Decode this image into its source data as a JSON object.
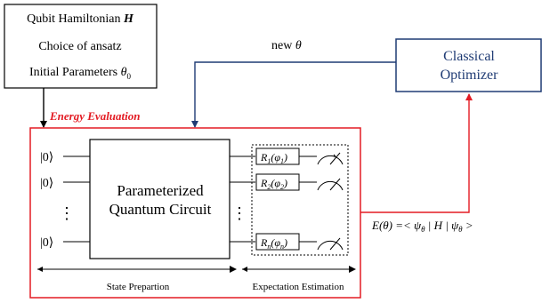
{
  "input_box": {
    "line1_text": "Qubit Hamiltonian ",
    "line1_symbol": "H",
    "line2": "Choice of ansatz",
    "line3_text": "Initial Parameters ",
    "line3_symbol": "θ",
    "line3_subscript": "0"
  },
  "optimizer": {
    "line1": "Classical",
    "line2": "Optimizer"
  },
  "feedback_label": {
    "text": "new ",
    "symbol": "θ"
  },
  "energy_evaluation": {
    "title": "Energy Evaluation"
  },
  "circuit": {
    "qubit_labels": [
      "|0⟩",
      "|0⟩",
      "|0⟩"
    ],
    "vertical_dots": "⋮",
    "block_line1": "Parameterized",
    "block_line2": "Quantum Circuit",
    "rotations": [
      {
        "label": "R",
        "sub": "1",
        "arg_open": "(φ",
        "arg_sub": "1",
        "arg_close": ")"
      },
      {
        "label": "R",
        "sub": "2",
        "arg_open": "(φ",
        "arg_sub": "2",
        "arg_close": ")"
      },
      {
        "label": "R",
        "sub": "n",
        "arg_open": "(φ",
        "arg_sub": "n",
        "arg_close": ")"
      }
    ]
  },
  "bottom_labels": {
    "state_preparation": "State Prepartion",
    "expectation_estimation": "Expectation Estimation"
  },
  "energy_formula": {
    "text": "E(θ) =< ψ",
    "sub1": "θ",
    "middle": " | H | ψ",
    "sub2": "θ",
    "end": " >"
  },
  "colors": {
    "red": "#e31b23",
    "blue": "#1f3b74",
    "black": "#000000"
  }
}
